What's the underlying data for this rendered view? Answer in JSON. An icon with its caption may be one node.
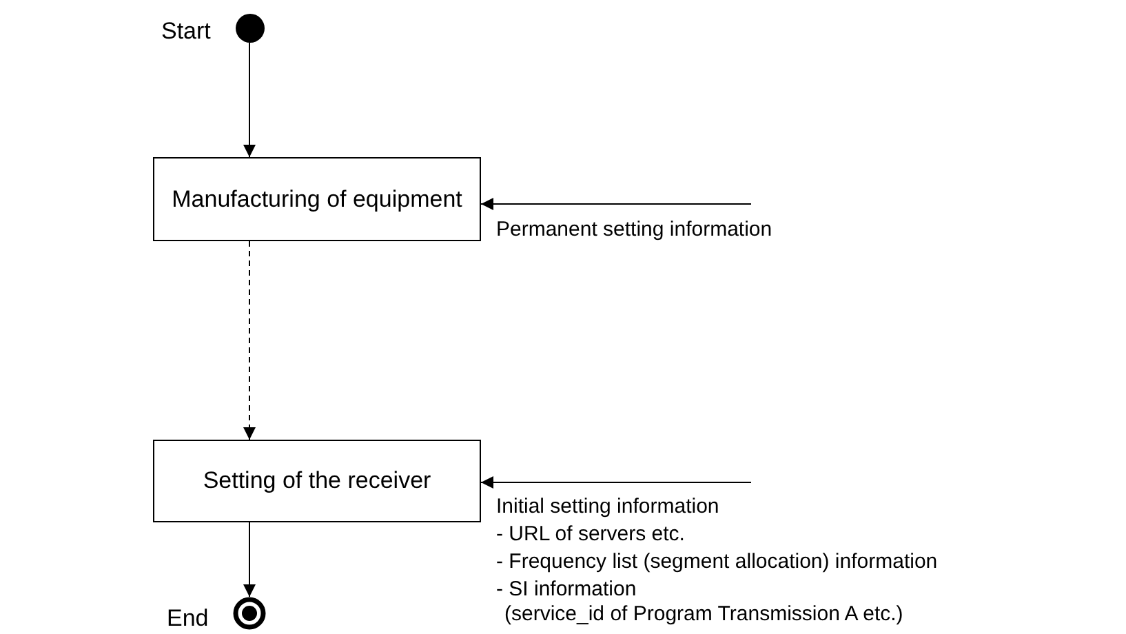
{
  "diagram": {
    "nodes": [
      {
        "text": [],
        "shape": "circle",
        "beside": [
          "Start"
        ]
      },
      {
        "text": [
          "Manufacturing of equipment"
        ]
      },
      {
        "text": [
          "Setting of the receiver"
        ]
      },
      {
        "text": [],
        "shape": "circle",
        "beside": [
          "End"
        ]
      }
    ],
    "edges": [
      {
        "from": 0,
        "to": 1,
        "arrow": "to"
      },
      {
        "from": 1,
        "to": 2,
        "arrow": "to",
        "style": "dashed"
      },
      {
        "from": 2,
        "to": 3,
        "arrow": "to"
      },
      {
        "from": null,
        "to": 1,
        "arrow": "to",
        "label": "Permanent setting information"
      },
      {
        "from": null,
        "to": 2,
        "arrow": "to",
        "label": "Initial setting information"
      }
    ],
    "labels": [
      "- URL of servers etc.",
      "- Frequency list (segment allocation) information",
      "- SI information",
      "(service_id of Program Transmission A etc.)"
    ]
  }
}
